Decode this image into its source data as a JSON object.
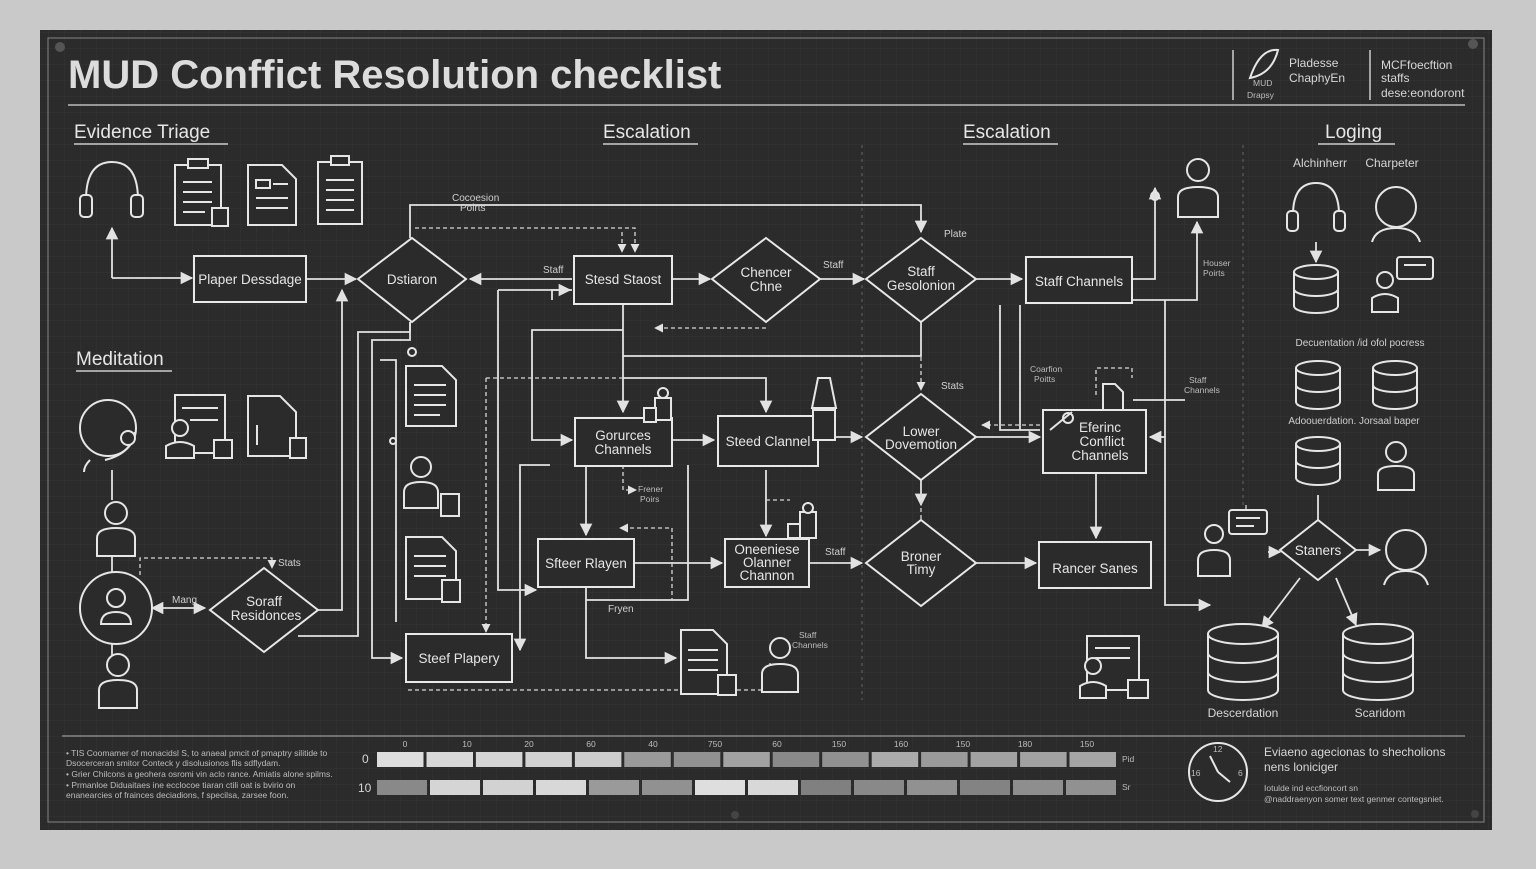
{
  "title": "MUD Conffict Resolution checklist",
  "logo": {
    "line1": "Pladesse",
    "line2": "ChaphyEn",
    "small1": "MUD",
    "small2": "Drapsy",
    "right1": "MCFfoecftion",
    "right2": "staffs",
    "right3": "dese:eondoront"
  },
  "sections": {
    "evidence": "Evidence Triage",
    "escalation1": "Escalation",
    "escalation2": "Escalation",
    "logging": "Loging",
    "meditation": "Meditation"
  },
  "nodes": {
    "player_message": "Plaper Dessdage",
    "dstiaron": "Dstiaron",
    "steed_staost": "Stesd Staost",
    "chencer_chne": [
      "Chencer",
      "Chne"
    ],
    "staff_gesolonion": [
      "Staff",
      "Gesolonion"
    ],
    "staff_channels": "Staff Channels",
    "gorurces_channels": [
      "Gorurces",
      "Channels"
    ],
    "steed_clannel": "Steed Clannel",
    "lower_dovemotion": [
      "Lower",
      "Dovemotion"
    ],
    "eferinc_conflict": [
      "Eferinc",
      "Conflict",
      "Channels"
    ],
    "sfteer_rlayen": "Sfteer Rlayen",
    "oneeniese_olanner": [
      "Oneeniese",
      "Olanner",
      "Channon"
    ],
    "broner_timy": [
      "Broner",
      "Timy"
    ],
    "rancer_sanes": "Rancer Sanes",
    "steef_plapery": "Steef Plapery",
    "soraff_residonces": [
      "Soraff",
      "Residonces"
    ],
    "staners": "Staners"
  },
  "labels": {
    "cocoesion_points": [
      "Cocoesion",
      "Poirts"
    ],
    "staff": "Staff",
    "plate": "Plate",
    "houser_points": [
      "Houser",
      "Poirts"
    ],
    "coarfion_points": [
      "Coarfion",
      "Poitts"
    ],
    "staff_channels_small": [
      "Staff",
      "Channels"
    ],
    "stats": "Stats",
    "frener_points": [
      "Frener",
      "Poirs"
    ],
    "fryen": "Fryen",
    "staff_channels_small2": [
      "Staff",
      "Channels"
    ],
    "mang": "Mang",
    "stats2": "Stats"
  },
  "logging": {
    "col1": "Alchinherr",
    "col2": "Charpeter",
    "doc_label": "Decuentation /id ofol pocress",
    "adoc_label": "Adoouerdation. Jorsaal baper",
    "db1": "Descerdation",
    "db2": "Scaridom"
  },
  "footer": {
    "notes": [
      "• TIS Coomamer of monacidsl S, to anaeal pmcit of pmaptry silitide to",
      "  Dsocerceran smitor Conteck y disolusionos flis sdflydam.",
      "• Grier Chilcons a geohera osromi vin aclo rance. Amiatis alone spilms.",
      "• Prmanloe Diduaitaes ine ecclocoe tiaran ctili oat is bvirio on",
      "  enanearcies of frainces deciadions, f specilsa, zarsee foon."
    ],
    "scale_ticks": [
      "0",
      "10",
      "20",
      "60",
      "40",
      "750",
      "60",
      "150",
      "160",
      "150",
      "180",
      "150"
    ],
    "row1_label": "0",
    "row2_label": "10",
    "row1_end": "Pid",
    "row2_end": "Sr",
    "row1_levels": [
      0.95,
      0.92,
      0.9,
      0.88,
      0.85,
      0.55,
      0.5,
      0.6,
      0.45,
      0.5,
      0.65,
      0.55,
      0.6,
      0.6,
      0.62
    ],
    "row2_levels": [
      0.45,
      0.9,
      0.88,
      0.92,
      0.55,
      0.5,
      0.95,
      0.92,
      0.4,
      0.45,
      0.5,
      0.42,
      0.48,
      0.5
    ],
    "right_text1": "Eviaeno agecionas to shecholions",
    "right_text2": "nens loniciger",
    "right_small1": "Iotulde ind eccfioncort sn",
    "right_small2": "@naddraenyon somer text genmer contegsniet."
  },
  "colors": {
    "board": "#2b2b2b",
    "line": "#e2e2e2",
    "backdrop": "#c9c9c9"
  }
}
